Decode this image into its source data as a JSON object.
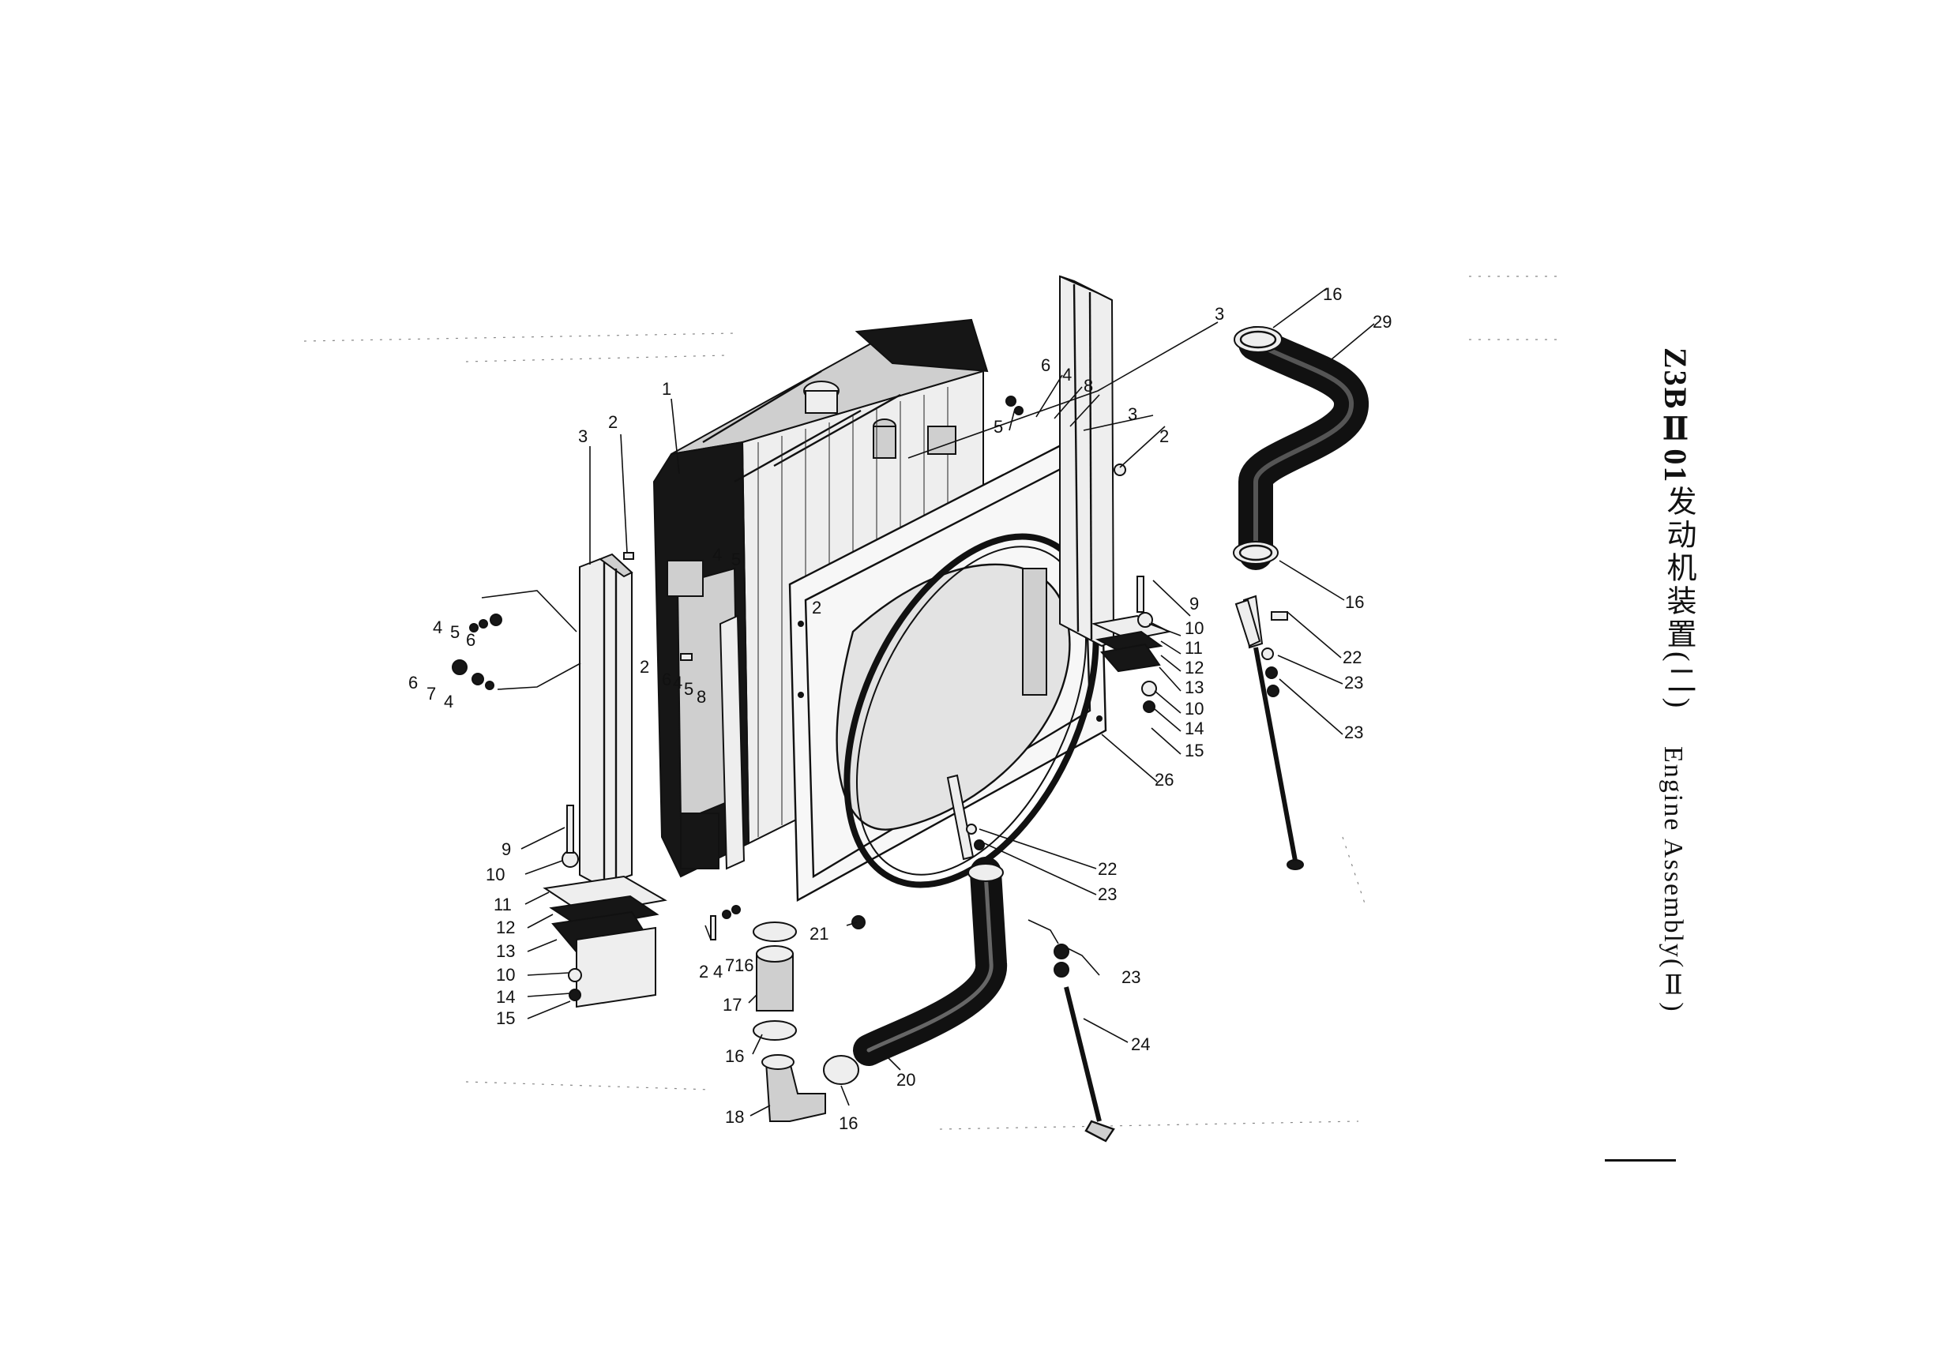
{
  "document": {
    "code": "Z3BⅡ01",
    "title_cn": "发动机装置(二)",
    "title_en": "Engine Assembly(Ⅱ)"
  },
  "callouts": [
    {
      "id": "c1",
      "label": "1"
    },
    {
      "id": "c2a",
      "label": "2"
    },
    {
      "id": "c3a",
      "label": "3"
    },
    {
      "id": "c3b",
      "label": "3"
    },
    {
      "id": "c2b",
      "label": "2"
    },
    {
      "id": "c6a",
      "label": "6"
    },
    {
      "id": "c4a",
      "label": "4"
    },
    {
      "id": "c8a",
      "label": "8"
    },
    {
      "id": "c5a",
      "label": "5"
    },
    {
      "id": "c16a",
      "label": "16"
    },
    {
      "id": "c29",
      "label": "29"
    },
    {
      "id": "c16b",
      "label": "16"
    },
    {
      "id": "c3c",
      "label": "3"
    },
    {
      "id": "c4b",
      "label": "4"
    },
    {
      "id": "c5b",
      "label": "5"
    },
    {
      "id": "c4c",
      "label": "4"
    },
    {
      "id": "c5c",
      "label": "5"
    },
    {
      "id": "c6b",
      "label": "6"
    },
    {
      "id": "c6c",
      "label": "6"
    },
    {
      "id": "c7a",
      "label": "7"
    },
    {
      "id": "c4d",
      "label": "4"
    },
    {
      "id": "c2c",
      "label": "2"
    },
    {
      "id": "c6d",
      "label": "6"
    },
    {
      "id": "c4e",
      "label": "4"
    },
    {
      "id": "c5d",
      "label": "5"
    },
    {
      "id": "c8b",
      "label": "8"
    },
    {
      "id": "c2d",
      "label": "2"
    },
    {
      "id": "c9a",
      "label": "9"
    },
    {
      "id": "c10a",
      "label": "10"
    },
    {
      "id": "c11a",
      "label": "11"
    },
    {
      "id": "c12a",
      "label": "12"
    },
    {
      "id": "c13a",
      "label": "13"
    },
    {
      "id": "c10b",
      "label": "10"
    },
    {
      "id": "c14a",
      "label": "14"
    },
    {
      "id": "c15a",
      "label": "15"
    },
    {
      "id": "c26",
      "label": "26"
    },
    {
      "id": "c22a",
      "label": "22"
    },
    {
      "id": "c23a",
      "label": "23"
    },
    {
      "id": "c23b",
      "label": "23"
    },
    {
      "id": "c22b",
      "label": "22"
    },
    {
      "id": "c23c",
      "label": "23"
    },
    {
      "id": "c9b",
      "label": "9"
    },
    {
      "id": "c10c",
      "label": "10"
    },
    {
      "id": "c11b",
      "label": "11"
    },
    {
      "id": "c12b",
      "label": "12"
    },
    {
      "id": "c13b",
      "label": "13"
    },
    {
      "id": "c10d",
      "label": "10"
    },
    {
      "id": "c14b",
      "label": "14"
    },
    {
      "id": "c15b",
      "label": "15"
    },
    {
      "id": "c2e",
      "label": "2"
    },
    {
      "id": "c4f",
      "label": "4"
    },
    {
      "id": "c7b",
      "label": "7"
    },
    {
      "id": "c16c",
      "label": "16"
    },
    {
      "id": "c21",
      "label": "21"
    },
    {
      "id": "c17",
      "label": "17"
    },
    {
      "id": "c16d",
      "label": "16"
    },
    {
      "id": "c18",
      "label": "18"
    },
    {
      "id": "c16e",
      "label": "16"
    },
    {
      "id": "c20",
      "label": "20"
    },
    {
      "id": "c23d",
      "label": "23"
    },
    {
      "id": "c24",
      "label": "24"
    }
  ]
}
